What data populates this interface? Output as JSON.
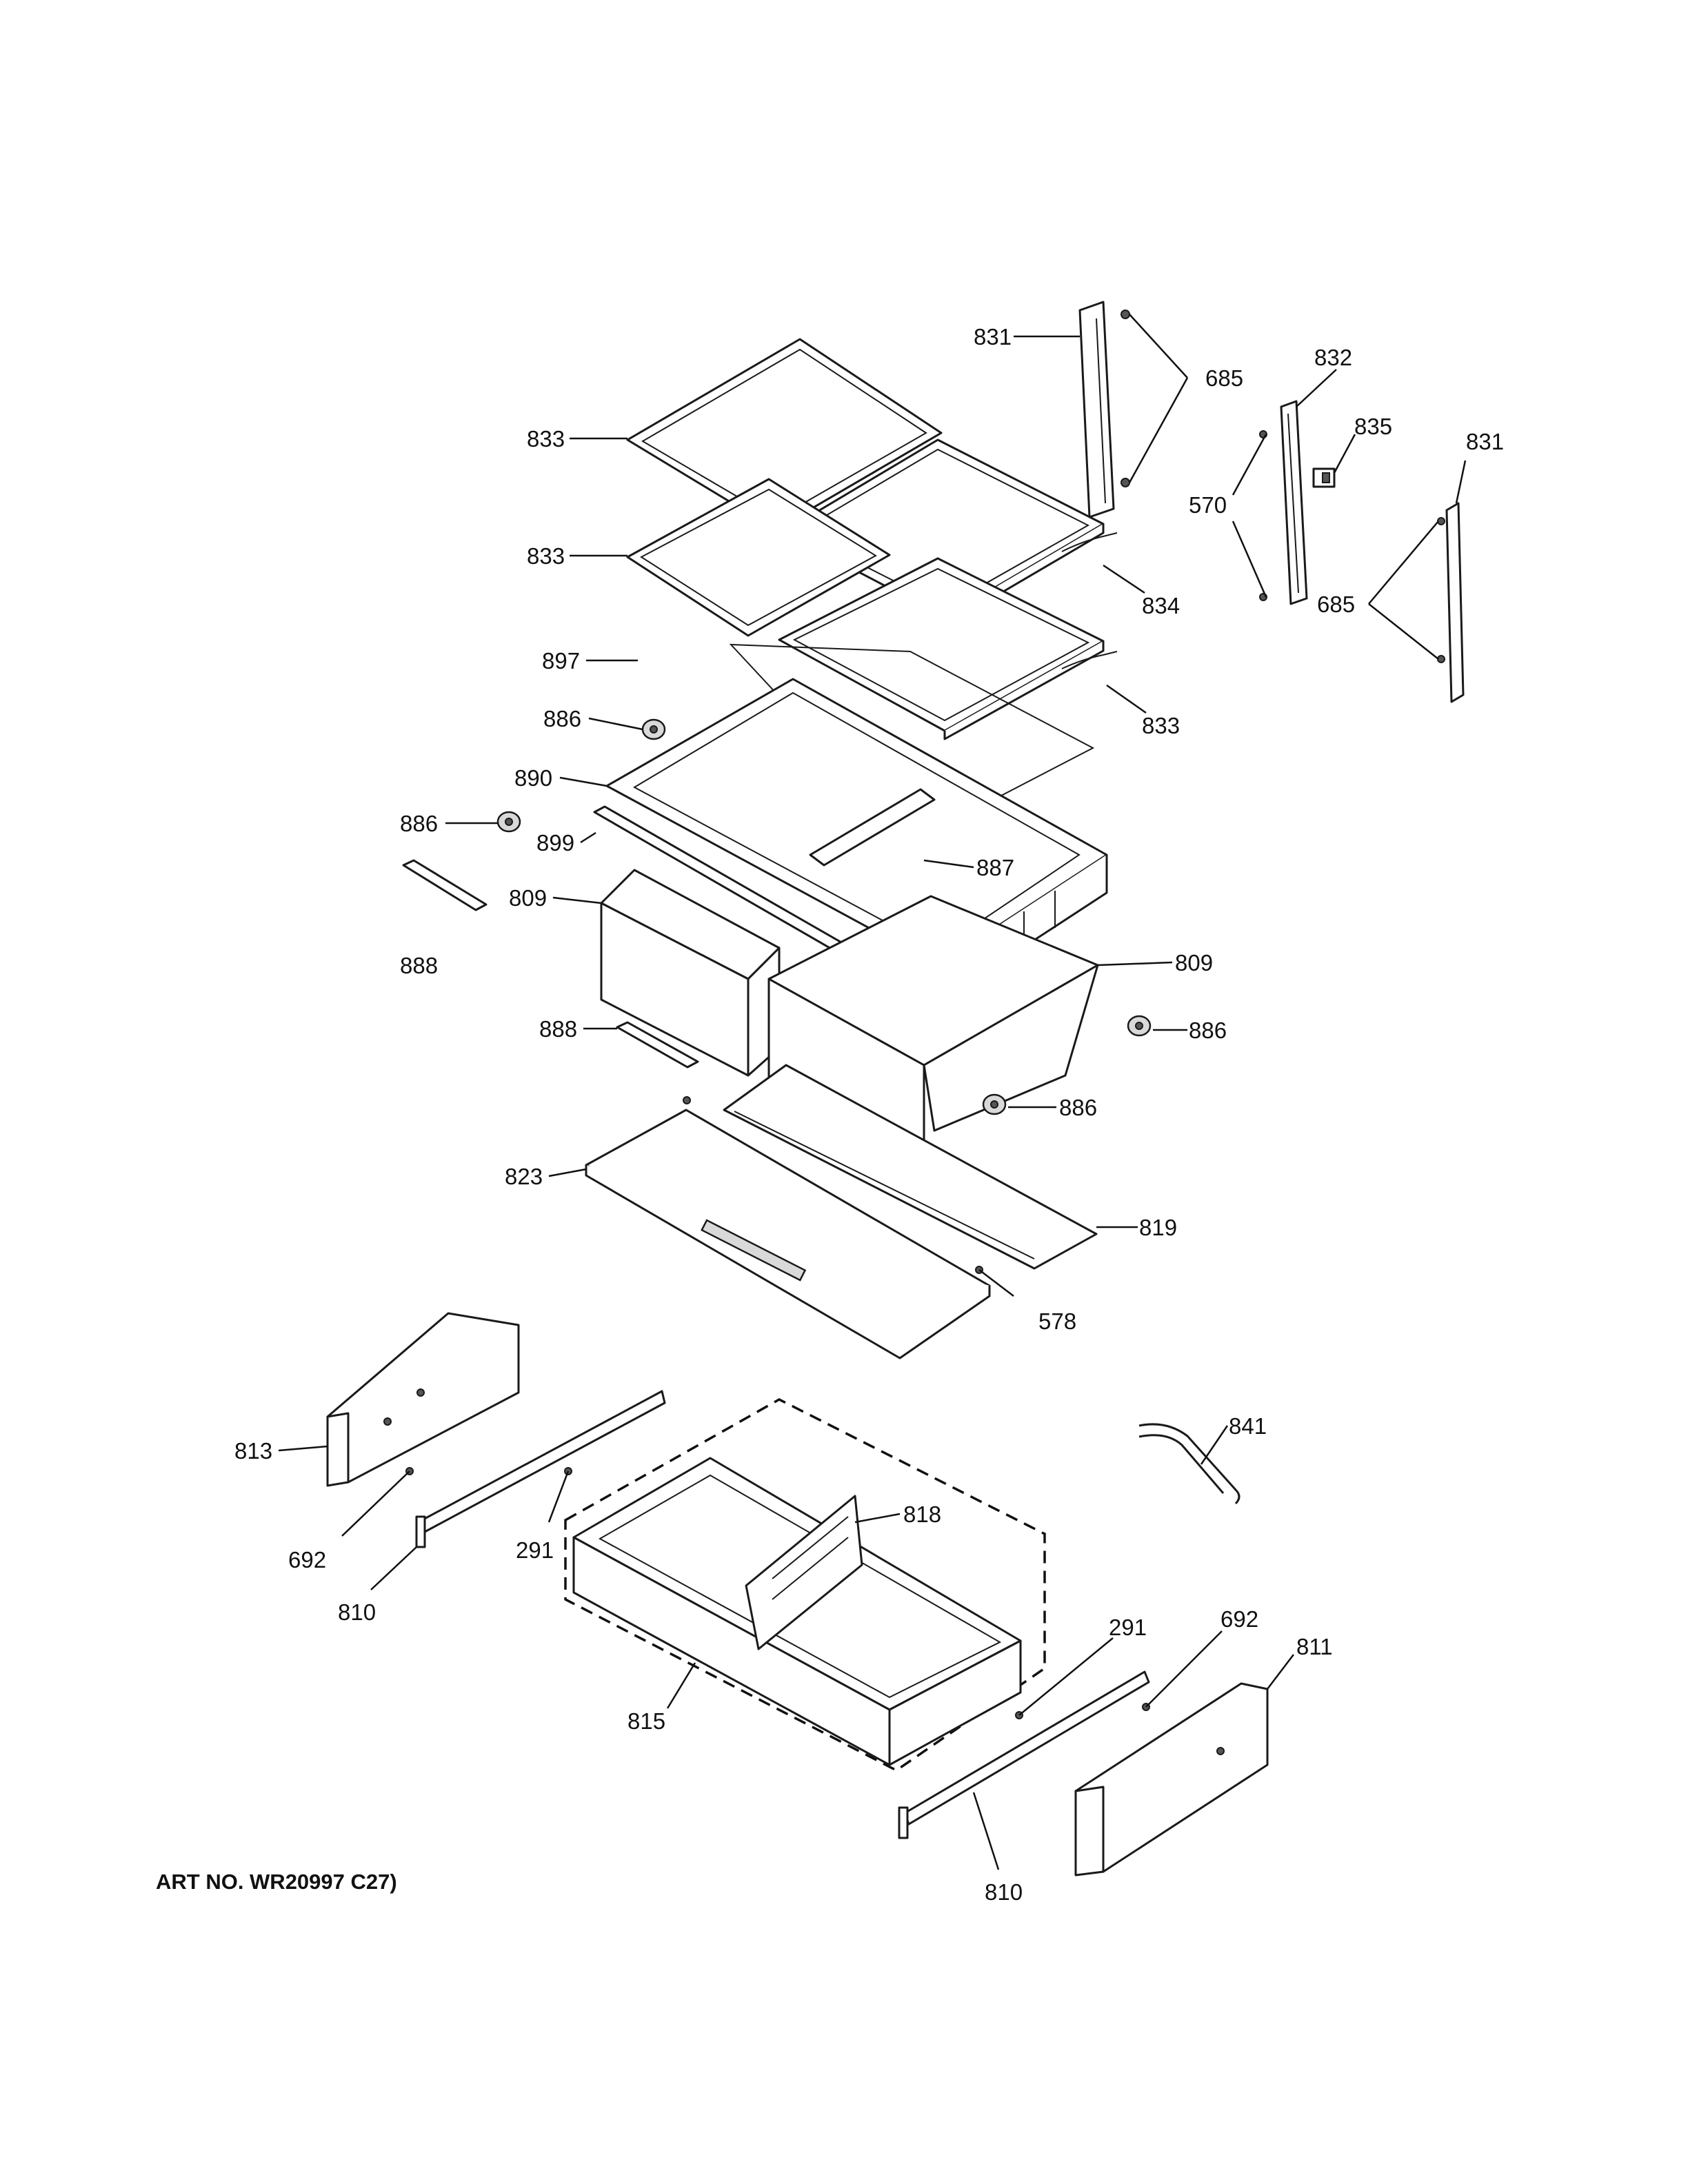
{
  "art_number": "ART NO. WR20997 C27)",
  "callouts": [
    {
      "id": "831-a",
      "text": "831"
    },
    {
      "id": "685-a",
      "text": "685"
    },
    {
      "id": "832",
      "text": "832"
    },
    {
      "id": "835",
      "text": "835"
    },
    {
      "id": "831-b",
      "text": "831"
    },
    {
      "id": "833-a",
      "text": "833"
    },
    {
      "id": "570",
      "text": "570"
    },
    {
      "id": "833-b",
      "text": "833"
    },
    {
      "id": "834",
      "text": "834"
    },
    {
      "id": "685-b",
      "text": "685"
    },
    {
      "id": "897",
      "text": "897"
    },
    {
      "id": "833-c",
      "text": "833"
    },
    {
      "id": "886-a",
      "text": "886"
    },
    {
      "id": "890",
      "text": "890"
    },
    {
      "id": "886-b",
      "text": "886"
    },
    {
      "id": "899",
      "text": "899"
    },
    {
      "id": "887",
      "text": "887"
    },
    {
      "id": "809-a",
      "text": "809"
    },
    {
      "id": "888-a",
      "text": "888"
    },
    {
      "id": "809-b",
      "text": "809"
    },
    {
      "id": "888-b",
      "text": "888"
    },
    {
      "id": "886-c",
      "text": "886"
    },
    {
      "id": "886-d",
      "text": "886"
    },
    {
      "id": "823",
      "text": "823"
    },
    {
      "id": "819",
      "text": "819"
    },
    {
      "id": "578",
      "text": "578"
    },
    {
      "id": "841",
      "text": "841"
    },
    {
      "id": "813",
      "text": "813"
    },
    {
      "id": "818",
      "text": "818"
    },
    {
      "id": "692-a",
      "text": "692"
    },
    {
      "id": "291-a",
      "text": "291"
    },
    {
      "id": "810-a",
      "text": "810"
    },
    {
      "id": "291-b",
      "text": "291"
    },
    {
      "id": "692-b",
      "text": "692"
    },
    {
      "id": "811",
      "text": "811"
    },
    {
      "id": "815",
      "text": "815"
    },
    {
      "id": "810-b",
      "text": "810"
    }
  ]
}
